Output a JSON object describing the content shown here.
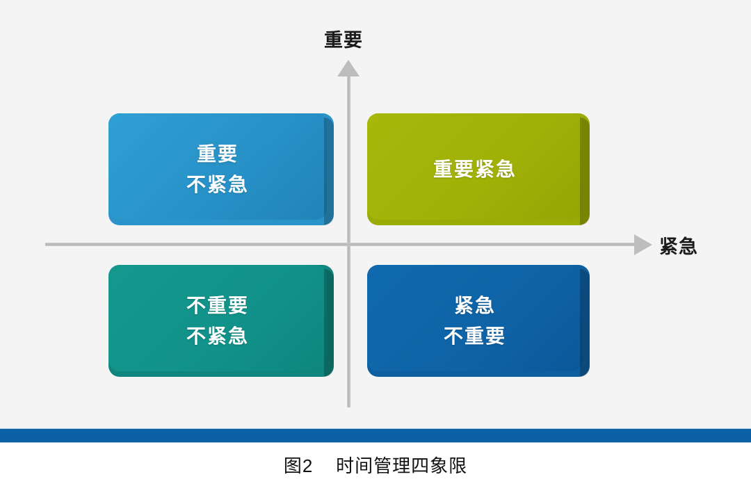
{
  "figure": {
    "background_color": "#f4f4f4",
    "caption": "图2    时间管理四象限",
    "caption_number": "图2",
    "caption_title": "时间管理四象限",
    "divider_color": "#0a5fa5"
  },
  "axes": {
    "y_axis_label": "重要",
    "x_axis_label": "紧急",
    "axis_color": "#bdbdbd",
    "y_arrow_icon": "arrow-up-icon",
    "x_arrow_icon": "arrow-right-icon"
  },
  "chart_data": {
    "type": "diagram",
    "title": "时间管理四象限",
    "xlabel": "紧急",
    "ylabel": "重要",
    "quadrants": [
      {
        "id": "important-not-urgent",
        "position": "top-left",
        "lines": [
          "重要",
          "不紧急"
        ],
        "color": "#2a93c9",
        "important": true,
        "urgent": false
      },
      {
        "id": "important-urgent",
        "position": "top-right",
        "lines": [
          "重要紧急"
        ],
        "color": "#9aab06",
        "important": true,
        "urgent": true
      },
      {
        "id": "not-important-not-urgent",
        "position": "bottom-left",
        "lines": [
          "不重要",
          "不紧急"
        ],
        "color": "#0f867d",
        "important": false,
        "urgent": false
      },
      {
        "id": "urgent-not-important",
        "position": "bottom-right",
        "lines": [
          "紧急",
          "不重要"
        ],
        "color": "#0d5fa0",
        "important": false,
        "urgent": true
      }
    ]
  },
  "quadrants": {
    "top_left": {
      "line1": "重要",
      "line2": "不紧急"
    },
    "top_right": {
      "line1": "重要紧急"
    },
    "bottom_left": {
      "line1": "不重要",
      "line2": "不紧急"
    },
    "bottom_right": {
      "line1": "紧急",
      "line2": "不重要"
    }
  }
}
